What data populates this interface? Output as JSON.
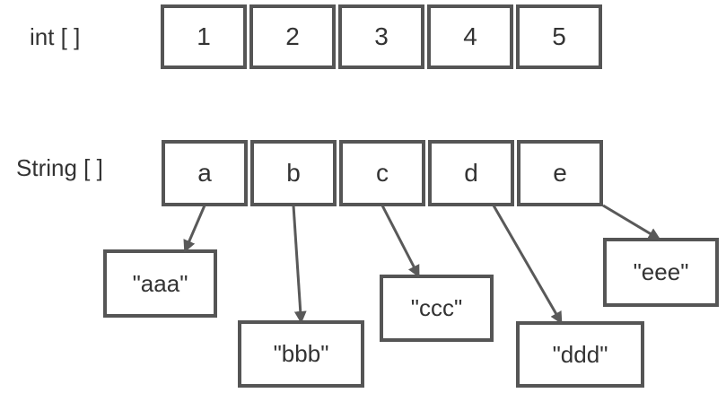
{
  "diagram": {
    "colors": {
      "box_border": "#555555",
      "text": "#333333",
      "arrow": "#595959",
      "background": "#ffffff"
    },
    "rows": [
      {
        "id": "int-array",
        "label": "int [ ]",
        "cells": [
          "1",
          "2",
          "3",
          "4",
          "5"
        ]
      },
      {
        "id": "string-array",
        "label": "String [ ]",
        "cells": [
          "a",
          "b",
          "c",
          "d",
          "e"
        ]
      }
    ],
    "objects": [
      {
        "id": "aaa",
        "text": "\"aaa\""
      },
      {
        "id": "bbb",
        "text": "\"bbb\""
      },
      {
        "id": "ccc",
        "text": "\"ccc\""
      },
      {
        "id": "ddd",
        "text": "\"ddd\""
      },
      {
        "id": "eee",
        "text": "\"eee\""
      }
    ],
    "connections": [
      {
        "from": "a",
        "to": "aaa"
      },
      {
        "from": "b",
        "to": "bbb"
      },
      {
        "from": "c",
        "to": "ccc"
      },
      {
        "from": "d",
        "to": "ddd"
      },
      {
        "from": "e",
        "to": "eee"
      }
    ]
  }
}
